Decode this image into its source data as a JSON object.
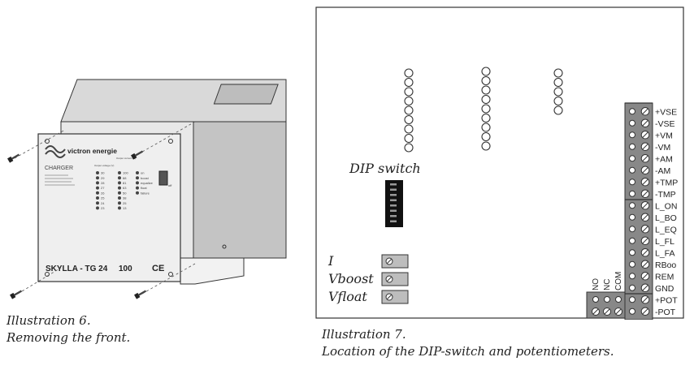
{
  "left_figure": {
    "brand": "victron energie",
    "device_label": "CHARGER",
    "model": "SKYLLA - TG 24",
    "model_suffix": "100",
    "ce_mark": "CE",
    "output_voltage_label": "Output voltage (V)",
    "output_current_label": "Output current (A)",
    "voltage_values": [
      "30",
      "29",
      "28",
      "27",
      "26",
      "25",
      "24",
      "23"
    ],
    "current_values": [
      "100",
      "88",
      "81",
      "63",
      "50",
      "38",
      "25",
      "13"
    ],
    "status_labels": [
      "on",
      "boost",
      "equalize",
      "float",
      "failure"
    ],
    "switch_label": "off",
    "caption_line1": "Illustration 6.",
    "caption_line2": "Removing the front."
  },
  "right_figure": {
    "dip_switch_label": "DIP switch",
    "pots": [
      {
        "label": "I"
      },
      {
        "label": "Vboost"
      },
      {
        "label": "Vfloat"
      }
    ],
    "relay_labels": [
      "NO",
      "NC",
      "COM"
    ],
    "terminal_labels": [
      "+VSE",
      "-VSE",
      "+VM",
      "-VM",
      "+AM",
      "-AM",
      "+TMP",
      "-TMP",
      "L_ON",
      "L_BO",
      "L_EQ",
      "L_FL",
      "L_FA",
      "RBoo",
      "REM",
      "GND",
      "+POT",
      "-POT"
    ],
    "caption_line1": "Illustration 7.",
    "caption_line2": "Location of the DIP-switch and potentiometers."
  }
}
